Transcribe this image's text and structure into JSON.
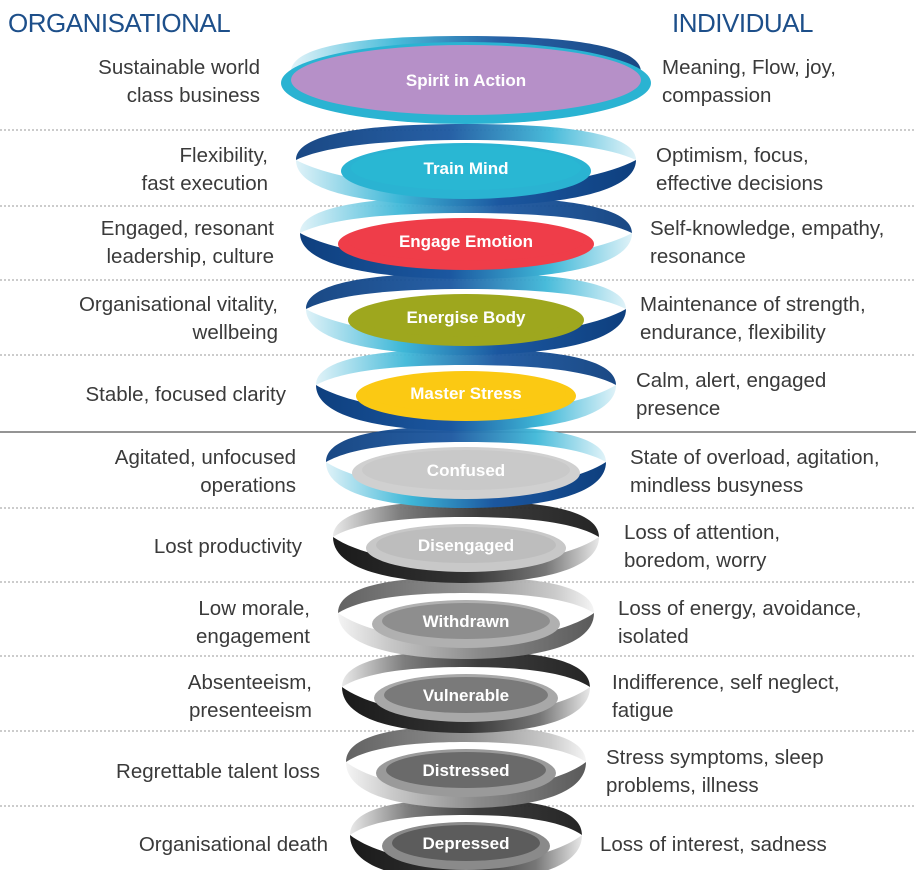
{
  "headers": {
    "left": "ORGANISATIONAL",
    "right": "INDIVIDUAL"
  },
  "levels": [
    {
      "name": "Spirit in Action",
      "left": [
        "Sustainable world",
        "class business"
      ],
      "right": [
        "Meaning, Flow, joy,",
        "compassion"
      ],
      "center_color": "#b690c8",
      "band": "blue",
      "inner_edge": "#2ab3d2"
    },
    {
      "name": "Train Mind",
      "left": [
        "Flexibility,",
        "fast execution"
      ],
      "right": [
        "Optimism, focus,",
        "effective decisions"
      ],
      "center_color": "#29b7d3",
      "band": "blue",
      "inner_edge": "#2ab3d2"
    },
    {
      "name": "Engage Emotion",
      "left": [
        "Engaged, resonant",
        "leadership, culture"
      ],
      "right": [
        "Self-knowledge, empathy,",
        "resonance"
      ],
      "center_color": "#ef3d49",
      "band": "blue",
      "inner_edge": "#ef3d49"
    },
    {
      "name": "Energise Body",
      "left": [
        "Organisational vitality,",
        "wellbeing"
      ],
      "right": [
        "Maintenance of strength,",
        "endurance, flexibility"
      ],
      "center_color": "#9ea71e",
      "band": "blue",
      "inner_edge": "#9ea71e"
    },
    {
      "name": "Master Stress",
      "left": [
        "Stable, focused clarity"
      ],
      "right": [
        "Calm, alert, engaged",
        "presence"
      ],
      "center_color": "#fbc913",
      "band": "blue",
      "inner_edge": "#fbc913"
    },
    {
      "name": "Confused",
      "left": [
        "Agitated, unfocused",
        "operations"
      ],
      "right": [
        "State of overload, agitation,",
        "mindless busyness"
      ],
      "center_color": "#c9c9c9",
      "band": "blue",
      "inner_edge": "#d0d0d0"
    },
    {
      "name": "Disengaged",
      "left": [
        "Lost productivity"
      ],
      "right": [
        "Loss of attention,",
        "boredom, worry"
      ],
      "center_color": "#bdbdbd",
      "band": "dark",
      "inner_edge": "#c8c8c8"
    },
    {
      "name": "Withdrawn",
      "left": [
        "Low morale,",
        "engagement"
      ],
      "right": [
        "Loss of energy, avoidance,",
        "isolated"
      ],
      "center_color": "#8e8e8e",
      "band": "grey",
      "inner_edge": "#b0b0b0"
    },
    {
      "name": "Vulnerable",
      "left": [
        "Absenteeism,",
        "presenteeism"
      ],
      "right": [
        "Indifference, self neglect,",
        "fatigue"
      ],
      "center_color": "#7a7a7a",
      "band": "dark",
      "inner_edge": "#a8a8a8"
    },
    {
      "name": "Distressed",
      "left": [
        "Regrettable talent loss"
      ],
      "right": [
        "Stress symptoms, sleep",
        "problems, illness"
      ],
      "center_color": "#6a6a6a",
      "band": "grey",
      "inner_edge": "#9a9a9a"
    },
    {
      "name": "Depressed",
      "left": [
        "Organisational death"
      ],
      "right": [
        "Loss of interest, sadness"
      ],
      "center_color": "#5c5c5c",
      "band": "dark",
      "inner_edge": "#8a8a8a"
    }
  ],
  "colors": {
    "header_blue": "#1d4f8a",
    "band_blue": "#1b57a0",
    "band_blue_light": "#3fb8d8",
    "band_dark": "#232323",
    "band_grey": "#8a8a8a",
    "divider": "#555555",
    "text": "#3a3a3a"
  }
}
